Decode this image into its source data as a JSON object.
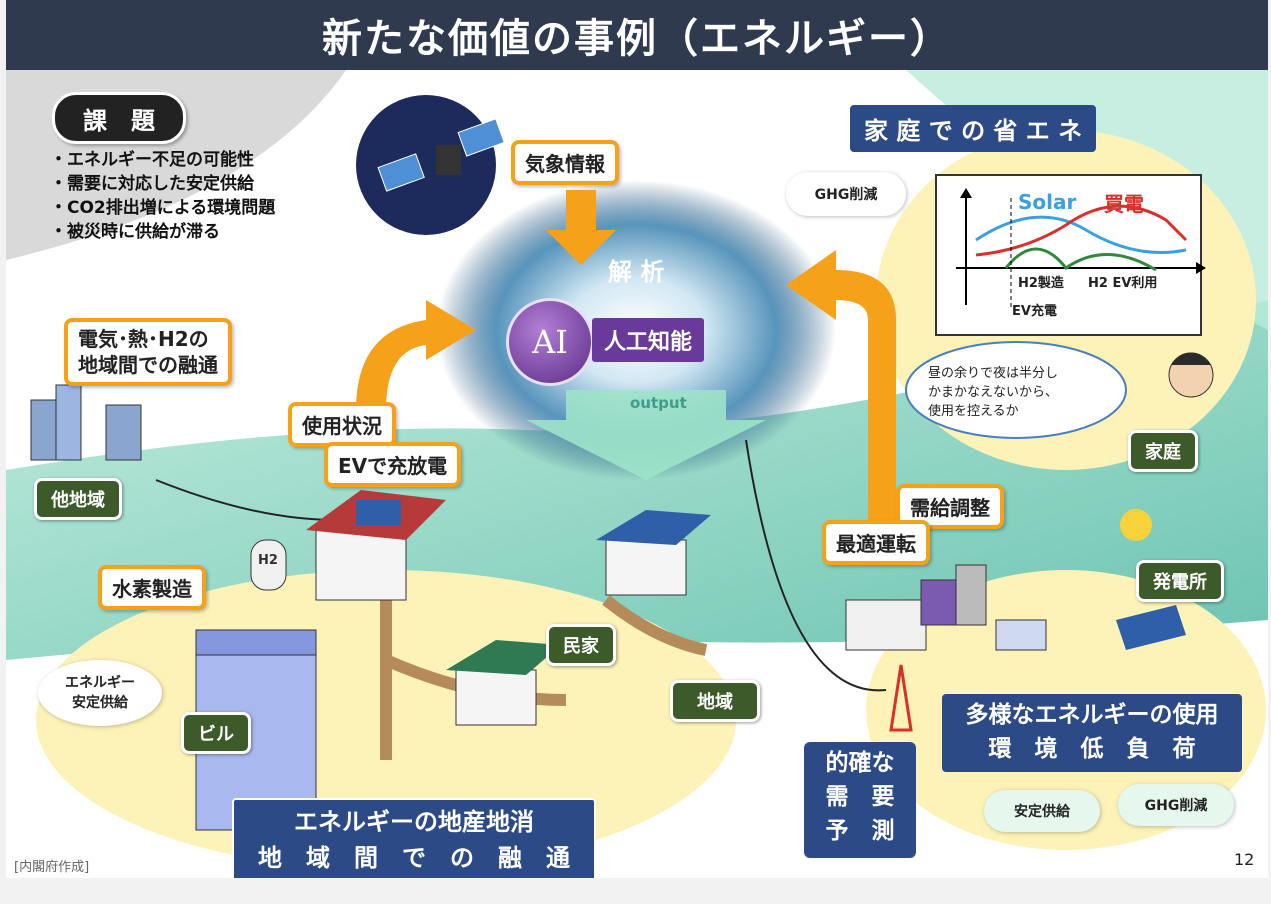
{
  "title": "新たな価値の事例（エネルギー）",
  "issues": {
    "heading": "課　題",
    "items": [
      "・エネルギー不足の可能性",
      "・需要に対応した安定供給",
      "・CO2排出増による環境問題",
      "・被災時に供給が滞る"
    ]
  },
  "center": {
    "weather": "気象情報",
    "analysis": "解 析",
    "ai": "AI",
    "ai_label": "人工知能",
    "output": "output"
  },
  "left": {
    "interregional": [
      "電気･熱･H2の",
      "地域間での融通"
    ],
    "other_region": "他地域",
    "usage": "使用状況",
    "ev": "EVで充放電",
    "hydrogen": "水素製造",
    "h2_tank": "H2",
    "stable_bubble": [
      "エネルギー",
      "安定供給"
    ],
    "building": "ビル",
    "local_box": [
      "エネルギーの地産地消",
      "地　域　間　で　の　融　通"
    ]
  },
  "middle": {
    "house": "民家",
    "region": "地域",
    "forecast": [
      "的確な",
      "需　要",
      "予　測"
    ]
  },
  "right": {
    "home_saving": "家 庭 で の 省 エ ネ",
    "ghg_bubble": "GHG削減",
    "chart": {
      "solar": "Solar",
      "buy": "買電",
      "h2_make": "H2製造",
      "h2_ev": "H2 EV利用",
      "ev_charge": "EV充電"
    },
    "thought": [
      "昼の余りで夜は半分し",
      "かまかなえないから、",
      "使用を控えるか"
    ],
    "home": "家庭",
    "supply_adj": "需給調整",
    "optimal": "最適運転",
    "plant": "発電所",
    "diverse": [
      "多様なエネルギーの使用",
      "環　境　低　負　荷"
    ],
    "stable": "安定供給",
    "ghg": "GHG削減"
  },
  "footer": {
    "source": "[内閣府作成]",
    "page": "12"
  },
  "colors": {
    "title_bg": "#2f3a4e",
    "orange": "#f6a11a",
    "green_tag": "#3d5a2a",
    "navy": "#2b4a86",
    "purple": "#6a3a9a",
    "teal": "#8fd6c2",
    "land": "#fdf3b8"
  }
}
